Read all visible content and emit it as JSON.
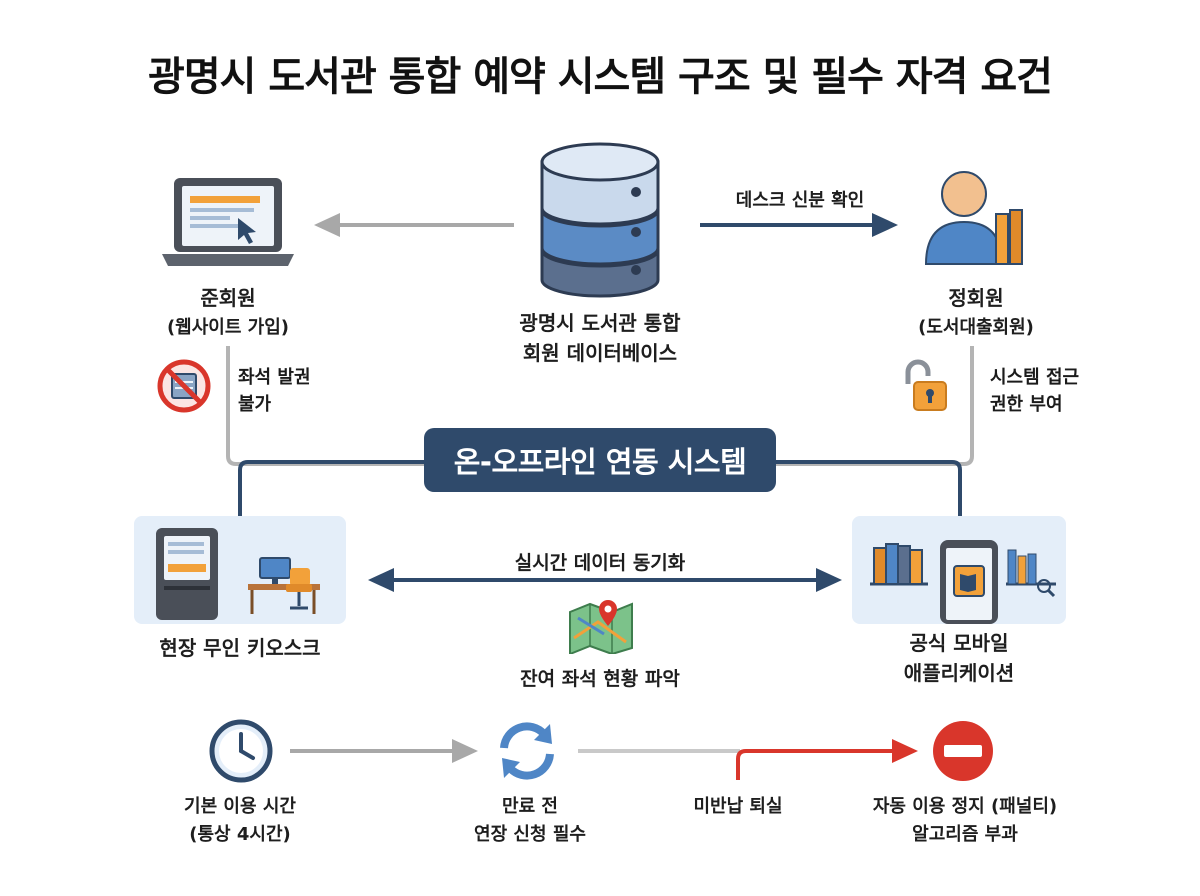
{
  "title": "광명시 도서관 통합 예약 시스템 구조 및 필수 자격 요건",
  "database": {
    "label_line1": "광명시 도서관 통합",
    "label_line2": "회원 데이터베이스",
    "icon": "database-icon"
  },
  "desk_arrow_label": "데스크 신분 확인",
  "associate_member": {
    "name": "준회원",
    "sub": "(웹사이트 가입)",
    "restriction_line1": "좌석 발권",
    "restriction_line2": "불가",
    "icon": "laptop-icon"
  },
  "regular_member": {
    "name": "정회원",
    "sub": "(도서대출회원)",
    "grant_line1": "시스템 접근",
    "grant_line2": "권한 부여",
    "icon": "person-icon"
  },
  "hub_label": "온-오프라인 연동 시스템",
  "kiosk": {
    "label": "현장 무인 키오스크",
    "icon": "kiosk-icon"
  },
  "mobile_app": {
    "label_line1": "공식 모바일",
    "label_line2": "애플리케이션",
    "icon": "mobile-app-icon"
  },
  "sync_label": "실시간 데이터 동기화",
  "seats_label": "잔여 좌석 현황 파악",
  "flow": {
    "basic_time_line1": "기본 이용 시간",
    "basic_time_line2": "(통상 4시간)",
    "extend_line1": "만료 전",
    "extend_line2": "연장 신청 필수",
    "failure": "미반납 퇴실",
    "penalty_line1": "자동 이용 정지 (패널티)",
    "penalty_line2": "알고리즘 부과"
  },
  "colors": {
    "navy": "#2f4a6b",
    "gray_arrow": "#a8a8a8",
    "red": "#d9362b",
    "orange": "#f2a13a",
    "blue": "#4f86c6",
    "panel": "#e4eef9"
  }
}
